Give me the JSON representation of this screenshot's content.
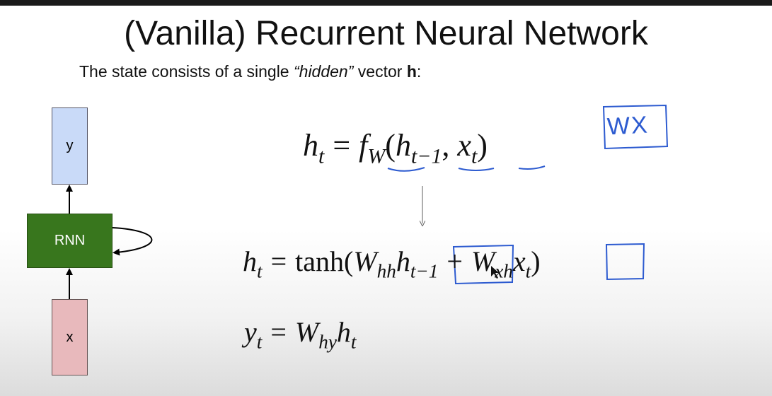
{
  "slide": {
    "title": "(Vanilla) Recurrent Neural Network",
    "subtitle": {
      "prefix": "The state consists of a single ",
      "emphasis": "“hidden”",
      "middle": " vector ",
      "bold": "h",
      "suffix": ":"
    }
  },
  "diagram": {
    "output_label": "y",
    "cell_label": "RNN",
    "input_label": "x"
  },
  "equation1": {
    "lhs": "h",
    "lhs_sub": "t",
    "eq": "=",
    "f": "f",
    "f_sub": "W",
    "open": "(",
    "a": "h",
    "a_sub": "t−1",
    "comma": ",",
    "b": "x",
    "b_sub": "t",
    "close": ")"
  },
  "equation2": {
    "lhs": "h",
    "lhs_sub": "t",
    "eq": "=",
    "func": "tanh",
    "open": "(",
    "w1": "W",
    "w1_sub": "hh",
    "h": "h",
    "h_sub": "t−1",
    "plus": "+",
    "w2": "W",
    "w2_sub": "xh",
    "x": "x",
    "x_sub": "t",
    "close": ")"
  },
  "equation3": {
    "lhs": "y",
    "lhs_sub": "t",
    "eq": "=",
    "w": "W",
    "w_sub": "hy",
    "h": "h",
    "h_sub": "t"
  },
  "annotations": {
    "handwritten_label": "WX",
    "ink_color": "#2d5bd0"
  }
}
